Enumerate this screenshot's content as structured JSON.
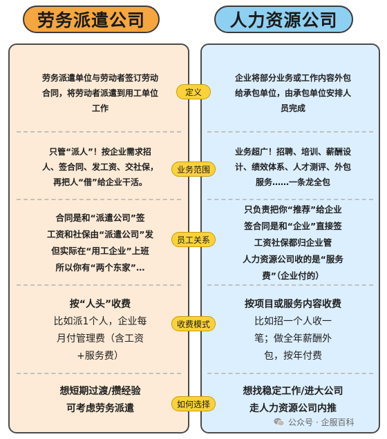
{
  "headers": {
    "left": "劳务派遣公司",
    "right": "人力资源公司"
  },
  "rows": [
    {
      "tag": "定义",
      "left": [
        "劳务派遣单位与劳动者签订劳动",
        "合同，将劳动者派遣到用工单位",
        "工作"
      ],
      "right": [
        "企业将部分业务或工作内容外包",
        "给承包单位，由承包单位安排人",
        "员完成"
      ]
    },
    {
      "tag": "业务范围",
      "left": [
        "只管“派人”！按企业需求招",
        "人、签合同、发工资、交社保，",
        "再把人“借”给企业干活。"
      ],
      "right": [
        "业务超广！招聘、培训、薪酬设",
        "计、绩效体系、人才测评、外包",
        "服务……一条龙全包"
      ]
    },
    {
      "tag": "员工关系",
      "left": [
        "合同是和“派遣公司”签",
        "工资和社保由“派遣公司”发",
        "但实际在“用工企业”上班",
        "所以你有“两个东家”…"
      ],
      "right": [
        "只负责把你“推荐”给企业",
        "签合同是和“企业”直接签",
        "工资社保都归企业管",
        "人力资源公司收的是“服务",
        "费”（企业付的）"
      ]
    },
    {
      "tag": "收费模式",
      "left_head": "按“人头”收费",
      "left": [
        "比如派1个人，企业每",
        "月付管理费（含工资",
        "+服务费）"
      ],
      "right_head": "按项目或服务内容收费",
      "right": [
        "比如招一个人收一",
        "笔；做全年薪酬外",
        "包，按年付费"
      ]
    },
    {
      "tag": "如何选择",
      "left": [
        "想短期过渡/攒经验",
        "可考虑劳务派遣"
      ],
      "right": [
        "想找稳定工作/进大公司",
        "走人力资源公司内推"
      ]
    }
  ],
  "watermark": "公众号 · 企服百科"
}
